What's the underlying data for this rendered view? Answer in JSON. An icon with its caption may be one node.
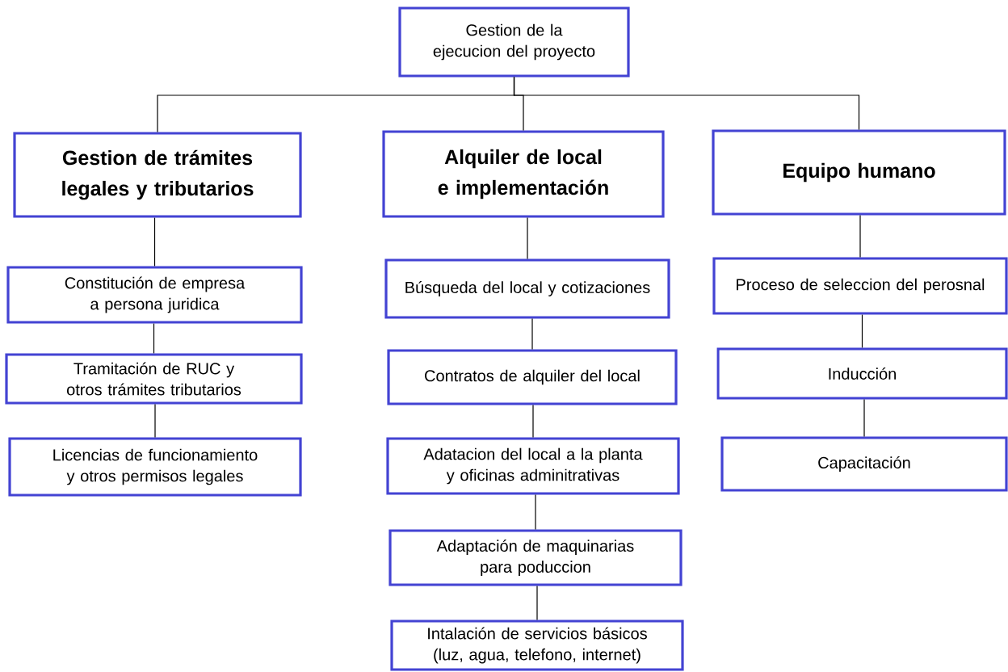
{
  "diagram": {
    "nodes": [
      {
        "text": [
          "Gestion de la ejecucion del proyecto"
        ]
      },
      {
        "text": [
          "Gestion de trámites legales y tributarios"
        ]
      },
      {
        "text": [
          "Alquiler de local e implementación"
        ]
      },
      {
        "text": [
          "Equipo humano"
        ]
      },
      {
        "text": [
          "Constitución de empresa a persona juridica"
        ]
      },
      {
        "text": [
          "Tramitación de RUC y otros trámites tributarios"
        ]
      },
      {
        "text": [
          "Licencias de funcionamiento y otros permisos legales"
        ]
      },
      {
        "text": [
          "Búsqueda del local y cotizaciones"
        ]
      },
      {
        "text": [
          "Contratos de alquiler del local"
        ]
      },
      {
        "text": [
          "Adatacion del local a la planta y oficinas adminitrativas"
        ]
      },
      {
        "text": [
          "Adaptación de maquinarias para poduccion"
        ]
      },
      {
        "text": [
          "Intalación de servicios básicos (luz, agua, telefono, internet)"
        ]
      },
      {
        "text": [
          "Proceso de seleccion del perosnal"
        ]
      },
      {
        "text": [
          "Inducción"
        ]
      },
      {
        "text": [
          "Capacitación"
        ]
      }
    ],
    "edges": [
      {
        "from": 0,
        "to": 1,
        "arrow": "none"
      },
      {
        "from": 0,
        "to": 2,
        "arrow": "none"
      },
      {
        "from": 0,
        "to": 3,
        "arrow": "none"
      },
      {
        "from": 1,
        "to": 4,
        "arrow": "none"
      },
      {
        "from": 4,
        "to": 5,
        "arrow": "none"
      },
      {
        "from": 5,
        "to": 6,
        "arrow": "none"
      },
      {
        "from": 2,
        "to": 7,
        "arrow": "none"
      },
      {
        "from": 7,
        "to": 8,
        "arrow": "none"
      },
      {
        "from": 8,
        "to": 9,
        "arrow": "none"
      },
      {
        "from": 9,
        "to": 10,
        "arrow": "none"
      },
      {
        "from": 10,
        "to": 11,
        "arrow": "none"
      },
      {
        "from": 3,
        "to": 12,
        "arrow": "none"
      },
      {
        "from": 12,
        "to": 13,
        "arrow": "none"
      },
      {
        "from": 13,
        "to": 14,
        "arrow": "none"
      }
    ]
  }
}
